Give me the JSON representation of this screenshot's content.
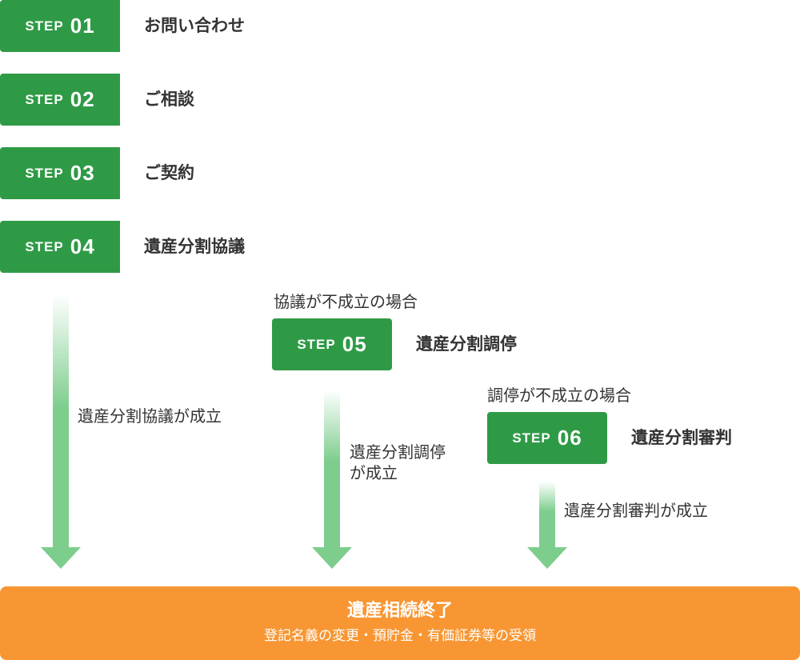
{
  "colors": {
    "step_green": "#2f9a46",
    "arrow_green": "#7dcd8d",
    "final_orange": "#f89633",
    "text": "#333333"
  },
  "steps": [
    {
      "word": "STEP",
      "number": "01",
      "title": "お問い合わせ"
    },
    {
      "word": "STEP",
      "number": "02",
      "title": "ご相談"
    },
    {
      "word": "STEP",
      "number": "03",
      "title": "ご契約"
    },
    {
      "word": "STEP",
      "number": "04",
      "title": "遺産分割協議"
    },
    {
      "word": "STEP",
      "number": "05",
      "title": "遺産分割調停",
      "condition": "協議が不成立の場合"
    },
    {
      "word": "STEP",
      "number": "06",
      "title": "遺産分割審判",
      "condition": "調停が不成立の場合"
    }
  ],
  "arrows": [
    {
      "label": "遺産分割協議が成立"
    },
    {
      "label_line1": "遺産分割調停",
      "label_line2": "が成立"
    },
    {
      "label": "遺産分割審判が成立"
    }
  ],
  "final": {
    "title": "遺産相続終了",
    "subtitle": "登記名義の変更・預貯金・有価証券等の受領"
  }
}
